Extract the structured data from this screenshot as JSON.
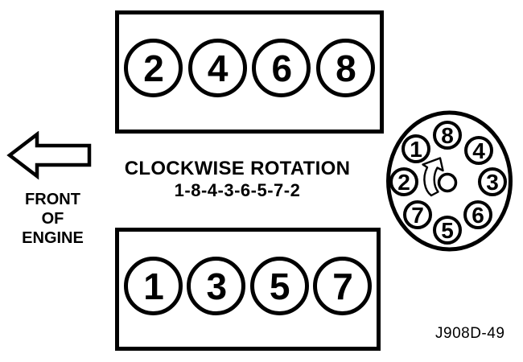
{
  "banks": {
    "top": {
      "cylinders": [
        "2",
        "4",
        "6",
        "8"
      ]
    },
    "bottom": {
      "cylinders": [
        "1",
        "3",
        "5",
        "7"
      ]
    }
  },
  "rotation": {
    "title": "CLOCKWISE ROTATION",
    "firing_order": "1-8-4-3-6-5-7-2"
  },
  "front_label": {
    "lines": [
      "FRONT",
      "OF",
      "ENGINE"
    ]
  },
  "distributor": {
    "plugs": [
      "8",
      "4",
      "3",
      "6",
      "5",
      "7",
      "2",
      "1"
    ]
  },
  "figure_code": "J908D-49",
  "icons": {
    "front_arrow": "left-arrow-icon",
    "rotor_arrow": "clockwise-curved-arrow-icon"
  },
  "colors": {
    "ink": "#000000",
    "background": "#ffffff"
  }
}
